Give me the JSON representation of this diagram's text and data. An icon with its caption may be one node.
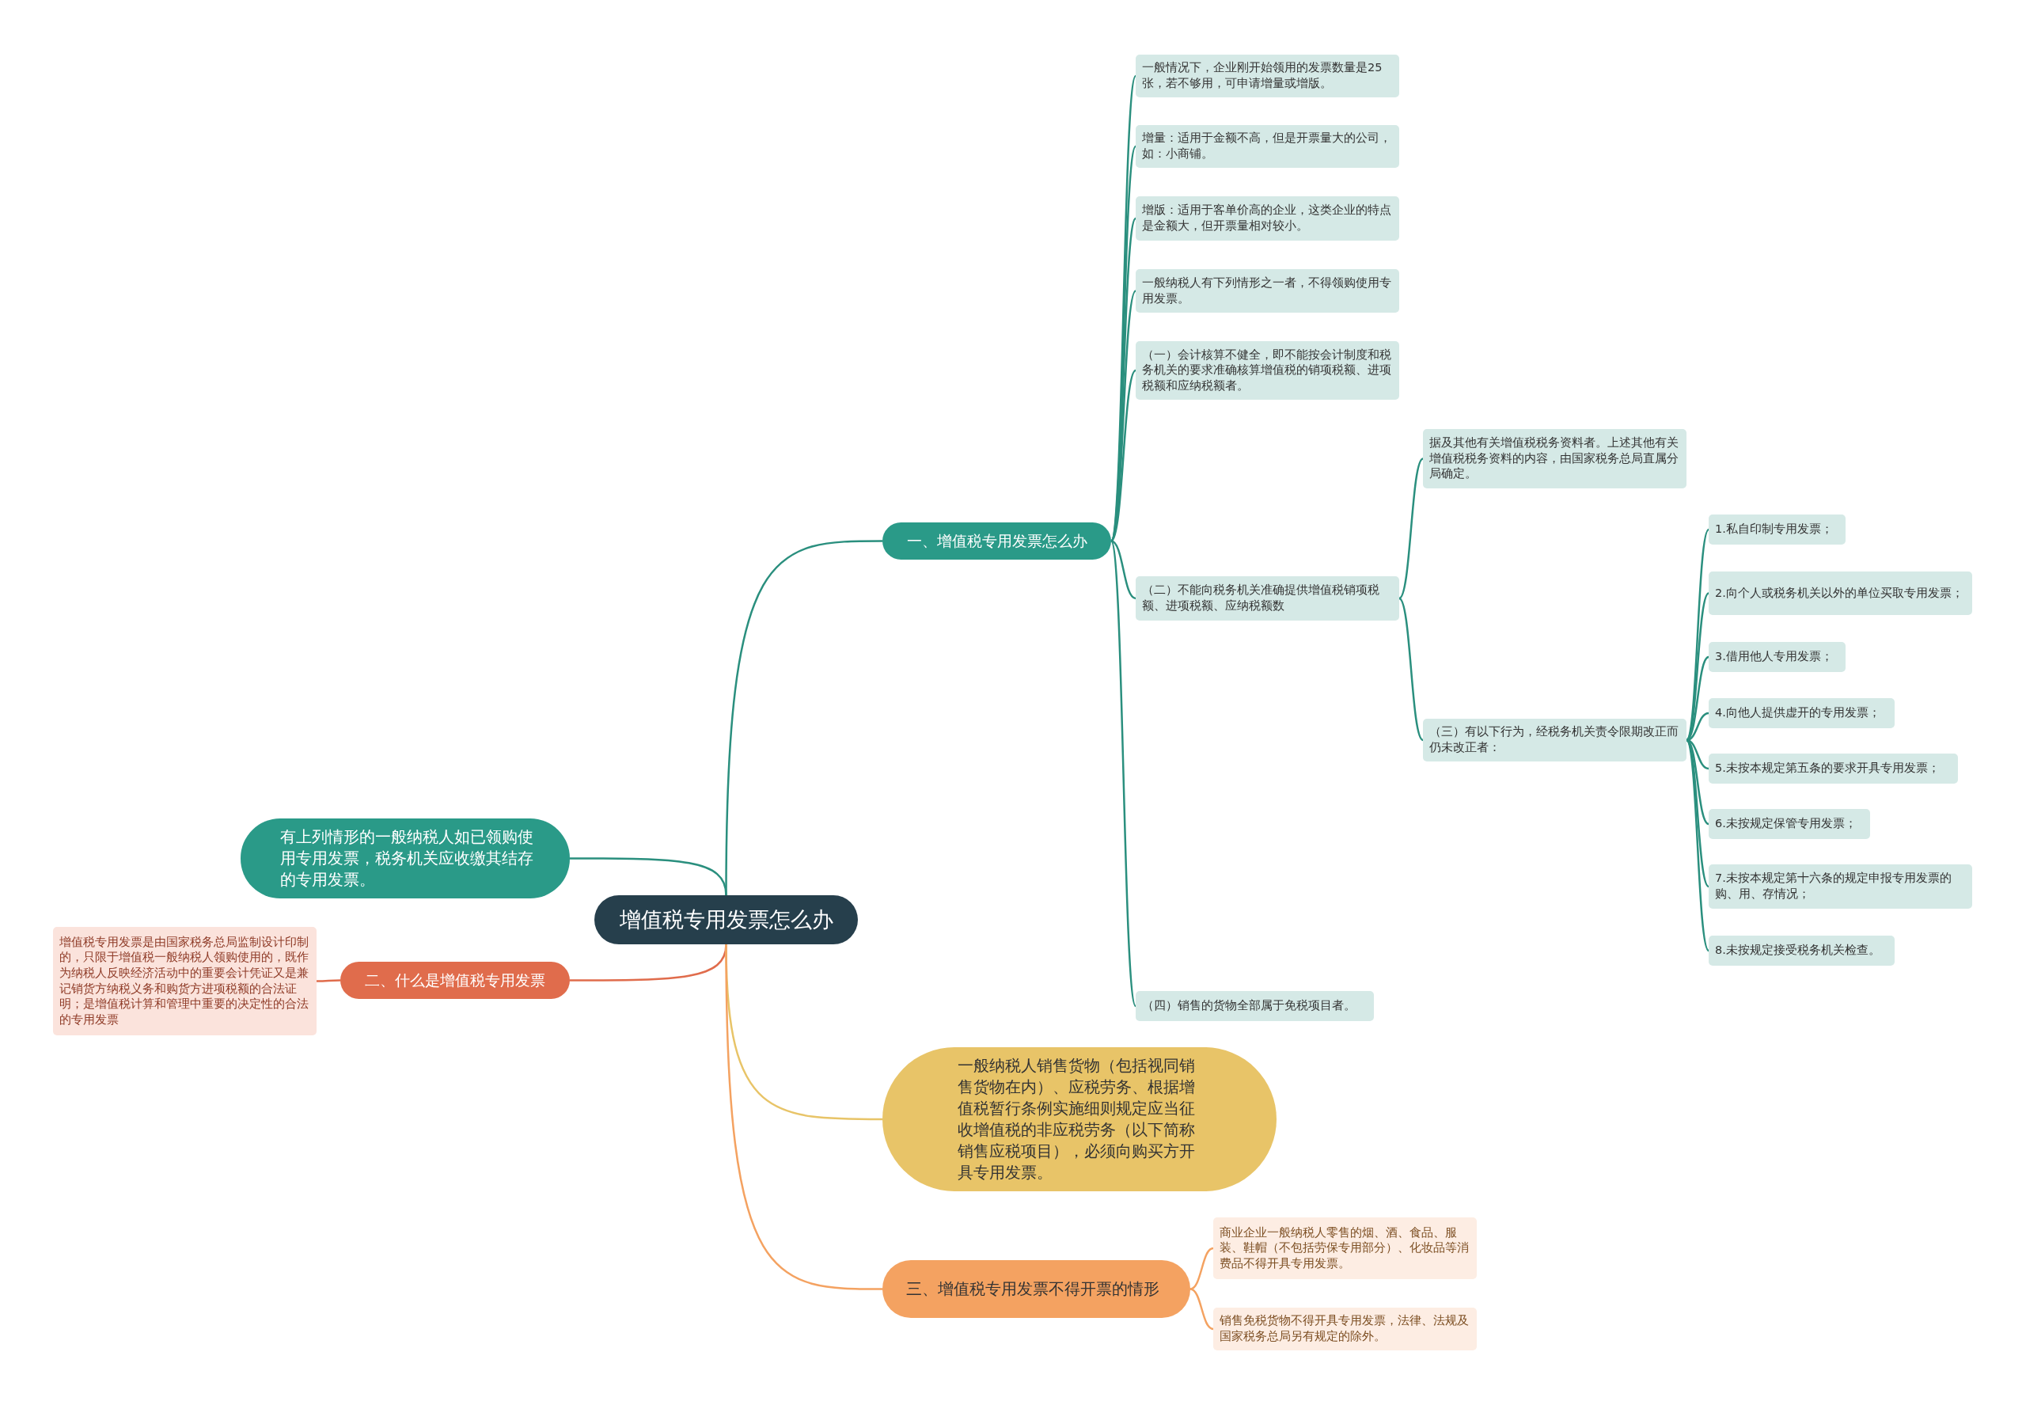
{
  "diagram": {
    "nodes": [
      {
        "text": [
          "增值税专用发票怎么办"
        ]
      },
      {
        "text": [
          "一、增值税专用发票怎么办"
        ]
      },
      {
        "text": [
          "一般情况下，企业刚开始领用的发票数量是25张，若不够用，可申请增量或增版。"
        ]
      },
      {
        "text": [
          "增量：适用于金额不高，但是开票量大的公司，如：小商铺。"
        ]
      },
      {
        "text": [
          "增版：适用于客单价高的企业，这类企业的特点是金额大，但开票量相对较小。"
        ]
      },
      {
        "text": [
          "一般纳税人有下列情形之一者，不得领购使用专用发票。"
        ]
      },
      {
        "text": [
          "（一）会计核算不健全，即不能按会计制度和税务机关的要求准确核算增值税的销项税额、进项税额和应纳税额者。"
        ]
      },
      {
        "text": [
          "（二）不能向税务机关准确提供增值税销项税额、进项税额、应纳税额数"
        ]
      },
      {
        "text": [
          "据及其他有关增值税税务资料者。上述其他有关增值税税务资料的内容，由国家税务总局直属分局确定。"
        ]
      },
      {
        "text": [
          "（三）有以下行为，经税务机关责令限期改正而仍未改正者："
        ]
      },
      {
        "text": [
          "1.私自印制专用发票；"
        ]
      },
      {
        "text": [
          "2.向个人或税务机关以外的单位买取专用发票；"
        ]
      },
      {
        "text": [
          "3.借用他人专用发票；"
        ]
      },
      {
        "text": [
          "4.向他人提供虚开的专用发票；"
        ]
      },
      {
        "text": [
          "5.未按本规定第五条的要求开具专用发票；"
        ]
      },
      {
        "text": [
          "6.未按规定保管专用发票；"
        ]
      },
      {
        "text": [
          "7.未按本规定第十六条的规定申报专用发票的购、用、存情况；"
        ]
      },
      {
        "text": [
          "8.未按规定接受税务机关检查。"
        ]
      },
      {
        "text": [
          "（四）销售的货物全部属于免税项目者。"
        ]
      },
      {
        "text": [
          "有上列情形的一般纳税人如已领购使用专用发票，税务机关应收缴其结存的专用发票。"
        ]
      },
      {
        "text": [
          "二、什么是增值税专用发票"
        ]
      },
      {
        "text": [
          "增值税专用发票是由国家税务总局监制设计印制的，只限于增值税一般纳税人领购使用的，既作为纳税人反映经济活动中的重要会计凭证又是兼记销货方纳税义务和购货方进项税额的合法证明；是增值税计算和管理中重要的决定性的合法的专用发票"
        ]
      },
      {
        "text": [
          "一般纳税人销售货物（包括视同销售货物在内）、应税劳务、根据增值税暂行条例实施细则规定应当征收增值税的非应税劳务（以下简称销售应税项目），必须向购买方开具专用发票。"
        ]
      },
      {
        "text": [
          "三、增值税专用发票不得开票的情形"
        ]
      },
      {
        "text": [
          "商业企业一般纳税人零售的烟、酒、食品、服装、鞋帽（不包括劳保专用部分）、化妆品等消费品不得开具专用发票。"
        ]
      },
      {
        "text": [
          "销售免税货物不得开具专用发票，法律、法规及国家税务总局另有规定的除外。"
        ]
      }
    ],
    "edges": [
      {
        "from": 0,
        "to": 1,
        "arrow": "none"
      },
      {
        "from": 1,
        "to": 2,
        "arrow": "none"
      },
      {
        "from": 1,
        "to": 3,
        "arrow": "none"
      },
      {
        "from": 1,
        "to": 4,
        "arrow": "none"
      },
      {
        "from": 1,
        "to": 5,
        "arrow": "none"
      },
      {
        "from": 1,
        "to": 6,
        "arrow": "none"
      },
      {
        "from": 1,
        "to": 7,
        "arrow": "none"
      },
      {
        "from": 7,
        "to": 8,
        "arrow": "none"
      },
      {
        "from": 7,
        "to": 9,
        "arrow": "none"
      },
      {
        "from": 9,
        "to": 10,
        "arrow": "none"
      },
      {
        "from": 9,
        "to": 11,
        "arrow": "none"
      },
      {
        "from": 9,
        "to": 12,
        "arrow": "none"
      },
      {
        "from": 9,
        "to": 13,
        "arrow": "none"
      },
      {
        "from": 9,
        "to": 14,
        "arrow": "none"
      },
      {
        "from": 9,
        "to": 15,
        "arrow": "none"
      },
      {
        "from": 9,
        "to": 16,
        "arrow": "none"
      },
      {
        "from": 9,
        "to": 17,
        "arrow": "none"
      },
      {
        "from": 1,
        "to": 18,
        "arrow": "none"
      },
      {
        "from": 0,
        "to": 19,
        "arrow": "none"
      },
      {
        "from": 0,
        "to": 20,
        "arrow": "none",
        "color": "#e06c4c"
      },
      {
        "from": 20,
        "to": 21,
        "arrow": "none",
        "color": "#e06c4c"
      },
      {
        "from": 0,
        "to": 22,
        "arrow": "none",
        "color": "#e8c468"
      },
      {
        "from": 0,
        "to": 23,
        "arrow": "none",
        "color": "#f4a261"
      },
      {
        "from": 23,
        "to": 24,
        "arrow": "none",
        "color": "#f4a261"
      },
      {
        "from": 23,
        "to": 25,
        "arrow": "none",
        "color": "#f4a261"
      }
    ]
  }
}
